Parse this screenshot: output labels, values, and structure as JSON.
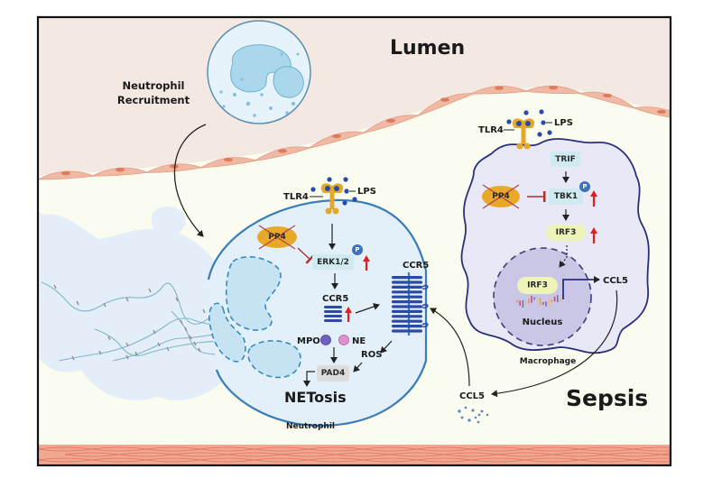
{
  "regions": {
    "lumen": "Lumen",
    "sepsis": "Sepsis"
  },
  "recruitment": {
    "line1": "Neutrophil",
    "line2": "Recruitment"
  },
  "neutrophil": {
    "cell_label": "Neutrophil",
    "tlr4": "TLR4",
    "lps": "LPS",
    "pp4": "PP4",
    "erk": "ERK1/2",
    "phospho": "P",
    "ccr5_inner": "CCR5",
    "ccr5_membrane": "CCR5",
    "mpo": "MPO",
    "ne": "NE",
    "ros": "ROS",
    "pad4": "PAD4",
    "netosis": "NETosis"
  },
  "macrophage": {
    "cell_label": "Macrophage",
    "tlr4": "TLR4",
    "lps": "LPS",
    "trif": "TRIF",
    "pp4": "PP4",
    "tbk1": "TBK1",
    "phospho": "P",
    "irf3": "IRF3",
    "irf3_nuclear": "IRF3",
    "nucleus": "Nucleus",
    "ccl5_out": "CCL5"
  },
  "secreted": {
    "ccl5": "CCL5"
  },
  "colors": {
    "lumen_bg": "#f4e8e2",
    "tissue_bg": "#fbfcf0",
    "endothelium": "#f0b9a4",
    "endo_nucleus": "#e07a5f",
    "neutrophil_fill": "#e3f0fa",
    "neutrophil_edge": "#3a7cb8",
    "macrophage_fill": "#e8e8f6",
    "macrophage_edge": "#2a2f7a",
    "nucleus_fill": "#c9c6e6",
    "receptor_gold": "#e3a82a",
    "receptor_blue": "#2b4aa8",
    "up_arrow": "#e02020",
    "inhibit": "#b03030",
    "box_teal": "#cfeaf0",
    "box_yellow": "#eef3b8",
    "box_gray": "#dcdcdc"
  }
}
